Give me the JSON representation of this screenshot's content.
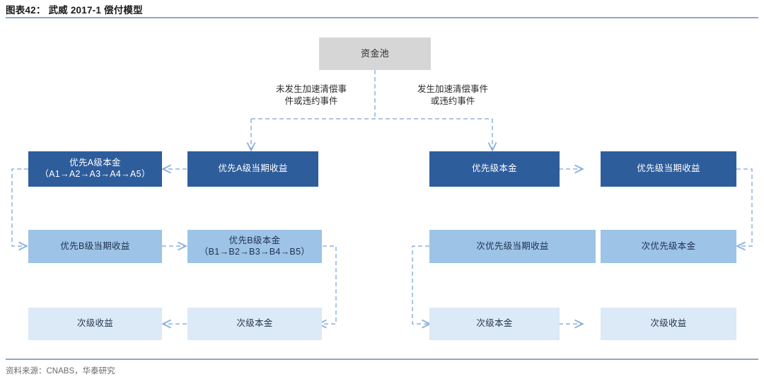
{
  "header": {
    "title": "图表42： 武威 2017-1 偿付模型"
  },
  "footer": {
    "source": "资料来源：CNABS，华泰研究"
  },
  "colors": {
    "pool": "#d6d6d6",
    "dark_blue": "#2e5d9c",
    "mid_blue": "#9dc3e6",
    "light_blue": "#dce9f6",
    "rule": "#8fa8c8",
    "arrow": "#8eb4dd"
  },
  "diagram": {
    "type": "flowchart",
    "root": {
      "label": "资金池"
    },
    "branch_labels": {
      "left_line1": "未发生加速清偿事",
      "left_line2": "件或违约事件",
      "right_line1": "发生加速清偿事件",
      "right_line2": "或违约事件"
    },
    "left_branch": {
      "name": "未发生加速清偿事件或违约事件",
      "nodes": [
        {
          "id": "a-principal",
          "line1": "优先A级本金",
          "line2": "（A1→A2→A3→A4→A5）",
          "style": "dark",
          "order": 2
        },
        {
          "id": "a-interest",
          "line1": "优先A级当期收益",
          "line2": "",
          "style": "dark",
          "order": 1
        },
        {
          "id": "b-interest",
          "line1": "优先B级当期收益",
          "line2": "",
          "style": "mid",
          "order": 3
        },
        {
          "id": "b-principal",
          "line1": "优先B级本金",
          "line2": "（B1→B2→B3→B4→B5）",
          "style": "mid",
          "order": 4
        },
        {
          "id": "sub-interest",
          "line1": "次级收益",
          "line2": "",
          "style": "light",
          "order": 6
        },
        {
          "id": "sub-principal",
          "line1": "次级本金",
          "line2": "",
          "style": "light",
          "order": 5
        }
      ]
    },
    "right_branch": {
      "name": "发生加速清偿事件或违约事件",
      "nodes": [
        {
          "id": "r-sen-principal",
          "line1": "优先级本金",
          "line2": "",
          "style": "dark",
          "order": 1
        },
        {
          "id": "r-sen-interest",
          "line1": "优先级当期收益",
          "line2": "",
          "style": "dark",
          "order": 2
        },
        {
          "id": "r-mez-interest",
          "line1": "次优先级当期收益",
          "line2": "",
          "style": "mid",
          "order": 4
        },
        {
          "id": "r-mez-principal",
          "line1": "次优先级本金",
          "line2": "",
          "style": "mid",
          "order": 3
        },
        {
          "id": "r-sub-principal",
          "line1": "次级本金",
          "line2": "",
          "style": "light",
          "order": 5
        },
        {
          "id": "r-sub-interest",
          "line1": "次级收益",
          "line2": "",
          "style": "light",
          "order": 6
        }
      ]
    }
  }
}
